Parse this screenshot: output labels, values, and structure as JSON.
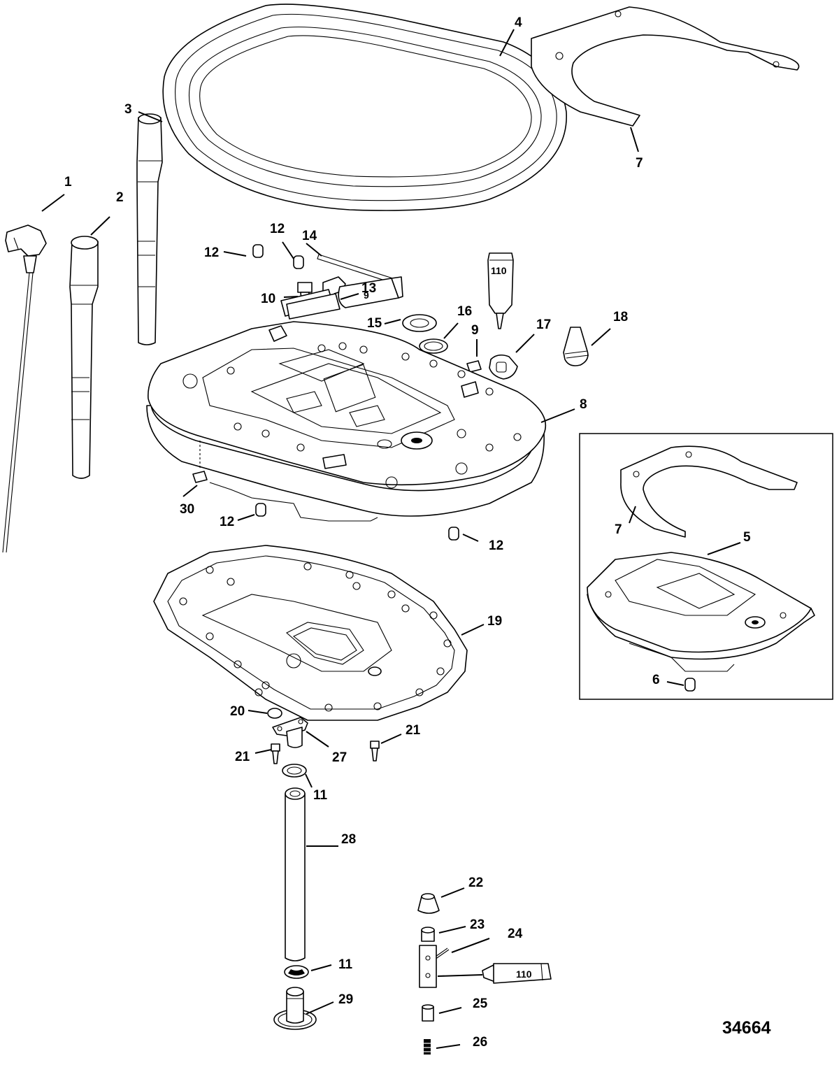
{
  "diagram": {
    "id_label": "34664",
    "callouts": [
      {
        "label": "1"
      },
      {
        "label": "2"
      },
      {
        "label": "3"
      },
      {
        "label": "4"
      },
      {
        "label": "7"
      },
      {
        "label": "12"
      },
      {
        "label": "12"
      },
      {
        "label": "14"
      },
      {
        "label": "10"
      },
      {
        "label": "13"
      },
      {
        "label": "15"
      },
      {
        "label": "16"
      },
      {
        "label": "9"
      },
      {
        "label": "17"
      },
      {
        "label": "18"
      },
      {
        "label": "8"
      },
      {
        "label": "30"
      },
      {
        "label": "12"
      },
      {
        "label": "12"
      },
      {
        "label": "19"
      },
      {
        "label": "7"
      },
      {
        "label": "5"
      },
      {
        "label": "6"
      },
      {
        "label": "20"
      },
      {
        "label": "21"
      },
      {
        "label": "21"
      },
      {
        "label": "27"
      },
      {
        "label": "11"
      },
      {
        "label": "28"
      },
      {
        "label": "22"
      },
      {
        "label": "23"
      },
      {
        "label": "24"
      },
      {
        "label": "11"
      },
      {
        "label": "29"
      },
      {
        "label": "25"
      },
      {
        "label": "26"
      }
    ],
    "tube_labels": [
      {
        "label": "9"
      },
      {
        "label": "110"
      },
      {
        "label": "110"
      }
    ]
  }
}
